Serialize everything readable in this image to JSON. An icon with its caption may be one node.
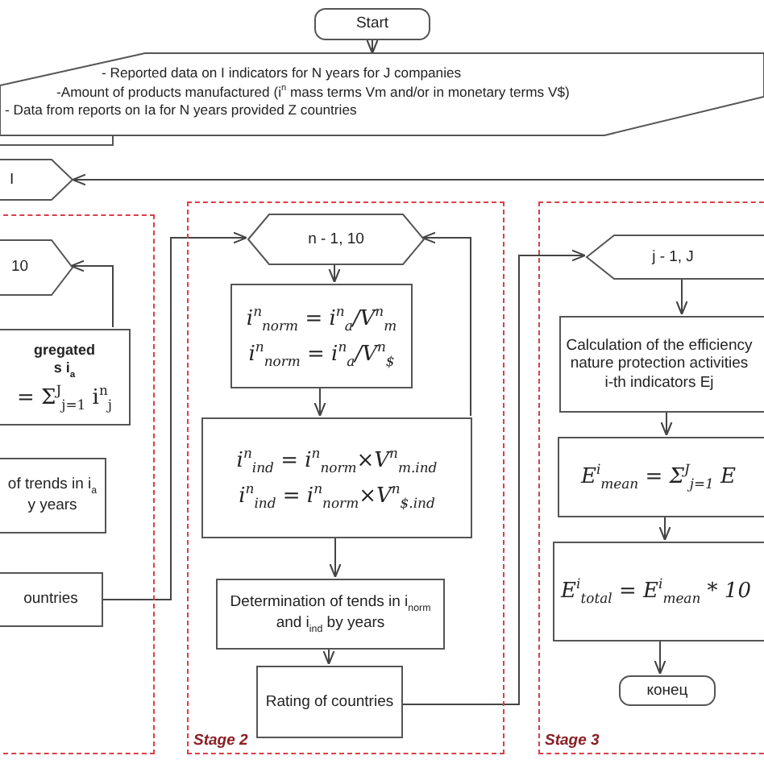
{
  "diagram": {
    "nodes": [
      {
        "text": [
          "Start"
        ]
      },
      {
        "text": [
          "- Reported data on I indicators for N years for J companies",
          "-Amount of products manufactured (i$^{n}$ mass terms Vm and/or in monetary terms V$)",
          "- Data from reports on Ia for N years provided Z countries"
        ]
      },
      {
        "text": [
          "I"
        ]
      },
      {
        "text": [],
        "shape": "box"
      },
      {
        "text": [
          "10"
        ],
        "in": 3
      },
      {
        "text": [
          "gregated",
          "s i$_{a}$",
          "= Σ$^{J}$$_{j=1}$ i$^{n}$$_{j}$"
        ],
        "in": 3
      },
      {
        "text": [
          "of trends in i$_{a}$ y years"
        ],
        "in": 3
      },
      {
        "text": [
          "ountries"
        ],
        "in": 3
      },
      {
        "text": [
          "Stage 2"
        ]
      },
      {
        "text": [
          "n - 1, 10"
        ],
        "in": 8
      },
      {
        "text": [
          "i$^{n}$$_{norm}$ = i$^{n}$$_{a}$/V$^{n}$$_{m}$",
          "i$^{n}$$_{norm}$ = i$^{n}$$_{a}$/V$^{n}$$_{$}$"
        ],
        "in": 8
      },
      {
        "text": [
          "i$^{n}$$_{ind}$ = i$^{n}$$_{norm}$×V$^{n}$$_{m.ind}$",
          "i$^{n}$$_{ind}$ = i$^{n}$$_{norm}$×V$^{n}$$_{$.ind}$"
        ],
        "in": 8
      },
      {
        "text": [
          "Determination of tends in i$_{norm}$ and i$_{ind}$ by years"
        ],
        "in": 8
      },
      {
        "text": [
          "Rating of countries"
        ],
        "in": 8
      },
      {
        "text": [
          "Stage 3"
        ]
      },
      {
        "text": [
          "j - 1, J"
        ],
        "in": 14
      },
      {
        "text": [
          "Calculation of the efficiency nature protection activities i-th indicators Ej"
        ],
        "in": 14
      },
      {
        "text": [
          "E$^{i}$$_{mean}$ = Σ$^{J}$$_{j=1}$ E"
        ],
        "in": 14
      },
      {
        "text": [
          "E$^{i}$$_{total}$ = E$^{i}$$_{mean}$ * 10"
        ],
        "in": 14
      },
      {
        "text": [
          "конец"
        ],
        "in": 14
      }
    ],
    "edges": [
      {
        "from": 0,
        "to": 1,
        "arrow": "to"
      },
      {
        "from": null,
        "to": 2,
        "arrow": "to"
      },
      {
        "from": 5,
        "to": 4,
        "arrow": "to"
      },
      {
        "from": 7,
        "to": 9,
        "arrow": "to"
      },
      {
        "from": 9,
        "to": 10,
        "arrow": "to"
      },
      {
        "from": 10,
        "to": 11,
        "arrow": "to"
      },
      {
        "from": 11,
        "to": 9,
        "arrow": "to"
      },
      {
        "from": 11,
        "to": 12,
        "arrow": "to"
      },
      {
        "from": 12,
        "to": 13,
        "arrow": "to"
      },
      {
        "from": 13,
        "to": 15,
        "arrow": "to"
      },
      {
        "from": 15,
        "to": 16,
        "arrow": "to"
      },
      {
        "from": 16,
        "to": 17,
        "arrow": "to"
      },
      {
        "from": 17,
        "to": 18,
        "arrow": "to"
      },
      {
        "from": 18,
        "to": 19,
        "arrow": "to"
      }
    ]
  }
}
